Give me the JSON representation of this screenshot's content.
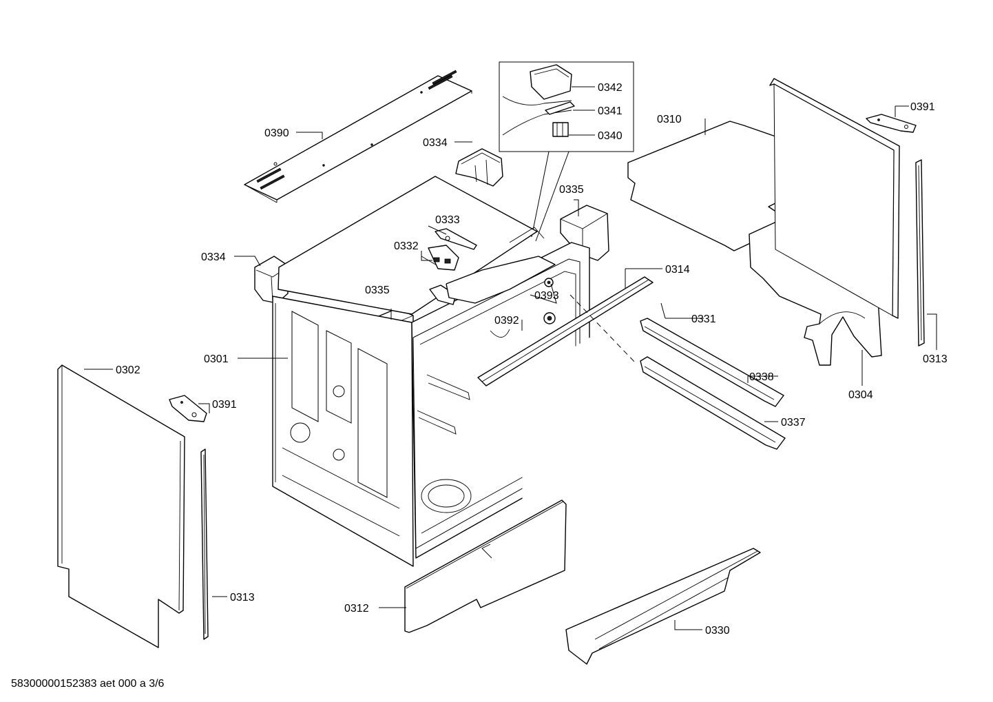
{
  "callouts": [
    {
      "key": "c0390",
      "text": "0390"
    },
    {
      "key": "c0334a",
      "text": "0334"
    },
    {
      "key": "c0334b",
      "text": "0334"
    },
    {
      "key": "c0342",
      "text": "0342"
    },
    {
      "key": "c0341",
      "text": "0341"
    },
    {
      "key": "c0340",
      "text": "0340"
    },
    {
      "key": "c0335a",
      "text": "0335"
    },
    {
      "key": "c0335b",
      "text": "0335"
    },
    {
      "key": "c0333",
      "text": "0333"
    },
    {
      "key": "c0332",
      "text": "0332"
    },
    {
      "key": "c0310",
      "text": "0310"
    },
    {
      "key": "c0391a",
      "text": "0391"
    },
    {
      "key": "c0391b",
      "text": "0391"
    },
    {
      "key": "c0314",
      "text": "0314"
    },
    {
      "key": "c0393",
      "text": "0393"
    },
    {
      "key": "c0392",
      "text": "0392"
    },
    {
      "key": "c0331",
      "text": "0331"
    },
    {
      "key": "c0301",
      "text": "0301"
    },
    {
      "key": "c0302",
      "text": "0302"
    },
    {
      "key": "c0313a",
      "text": "0313"
    },
    {
      "key": "c0313b",
      "text": "0313"
    },
    {
      "key": "c0304",
      "text": "0304"
    },
    {
      "key": "c0338",
      "text": "0338"
    },
    {
      "key": "c0337",
      "text": "0337"
    },
    {
      "key": "c0312",
      "text": "0312"
    },
    {
      "key": "c0330",
      "text": "0330"
    }
  ],
  "footer_code": "58300000152383 aet 000 a 3/6"
}
